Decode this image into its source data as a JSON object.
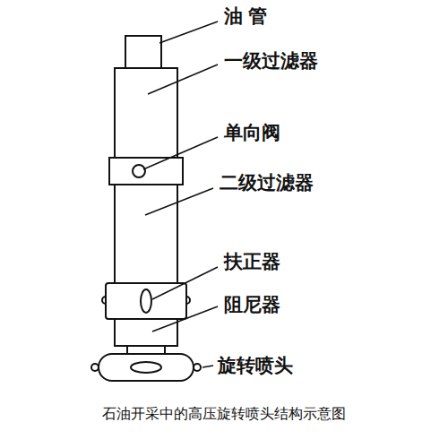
{
  "diagram": {
    "caption": "石油开采中的高压旋转喷头结构示意图",
    "labels": [
      "油 管",
      "一级过滤器",
      "单向阀",
      "二级过滤器",
      "扶正器",
      "阻尼器",
      "旋转喷头"
    ]
  }
}
